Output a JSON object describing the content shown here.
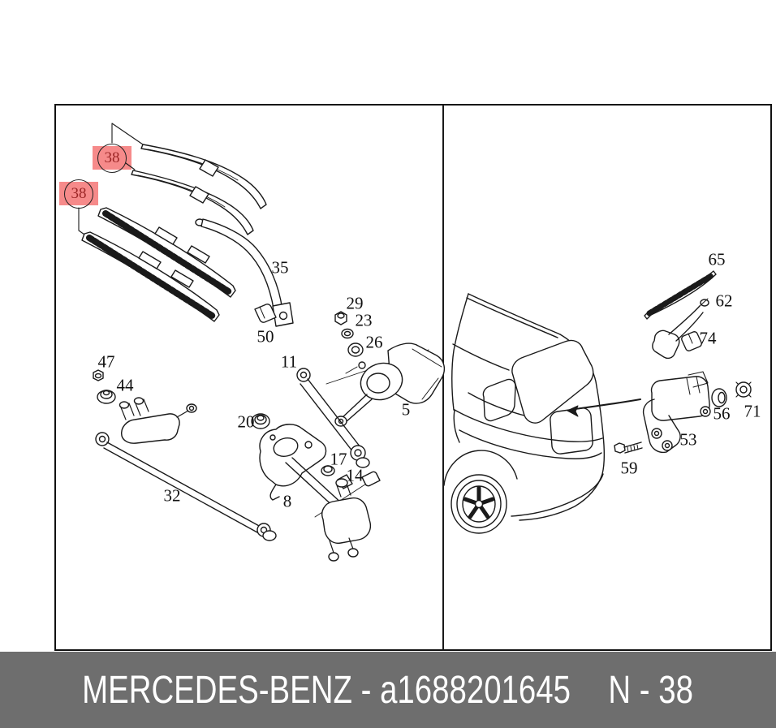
{
  "caption": {
    "brand": "MERCEDES-BENZ",
    "separator": " - ",
    "part_number": "a1688201645",
    "note_code": "N - 38"
  },
  "diagram": {
    "badges": [
      {
        "label": "38"
      },
      {
        "label": "38"
      }
    ],
    "left_panel": {
      "title": "front-windshield-wiper-system",
      "parts": [
        {
          "num": "35"
        },
        {
          "num": "50"
        },
        {
          "num": "29"
        },
        {
          "num": "23"
        },
        {
          "num": "26"
        },
        {
          "num": "5"
        },
        {
          "num": "11"
        },
        {
          "num": "47"
        },
        {
          "num": "44"
        },
        {
          "num": "20"
        },
        {
          "num": "17"
        },
        {
          "num": "14"
        },
        {
          "num": "8"
        },
        {
          "num": "32"
        }
      ]
    },
    "right_panel": {
      "title": "rear-window-wiper-system",
      "parts": [
        {
          "num": "65"
        },
        {
          "num": "62"
        },
        {
          "num": "74"
        },
        {
          "num": "56"
        },
        {
          "num": "71"
        },
        {
          "num": "53"
        },
        {
          "num": "59"
        }
      ]
    },
    "colors": {
      "highlight_pink": "#f68a8a",
      "badge_text": "#9c2626",
      "line_art": "#1a1a1a",
      "caption_bg": "#6e6e6e",
      "caption_text": "#ffffff"
    }
  }
}
